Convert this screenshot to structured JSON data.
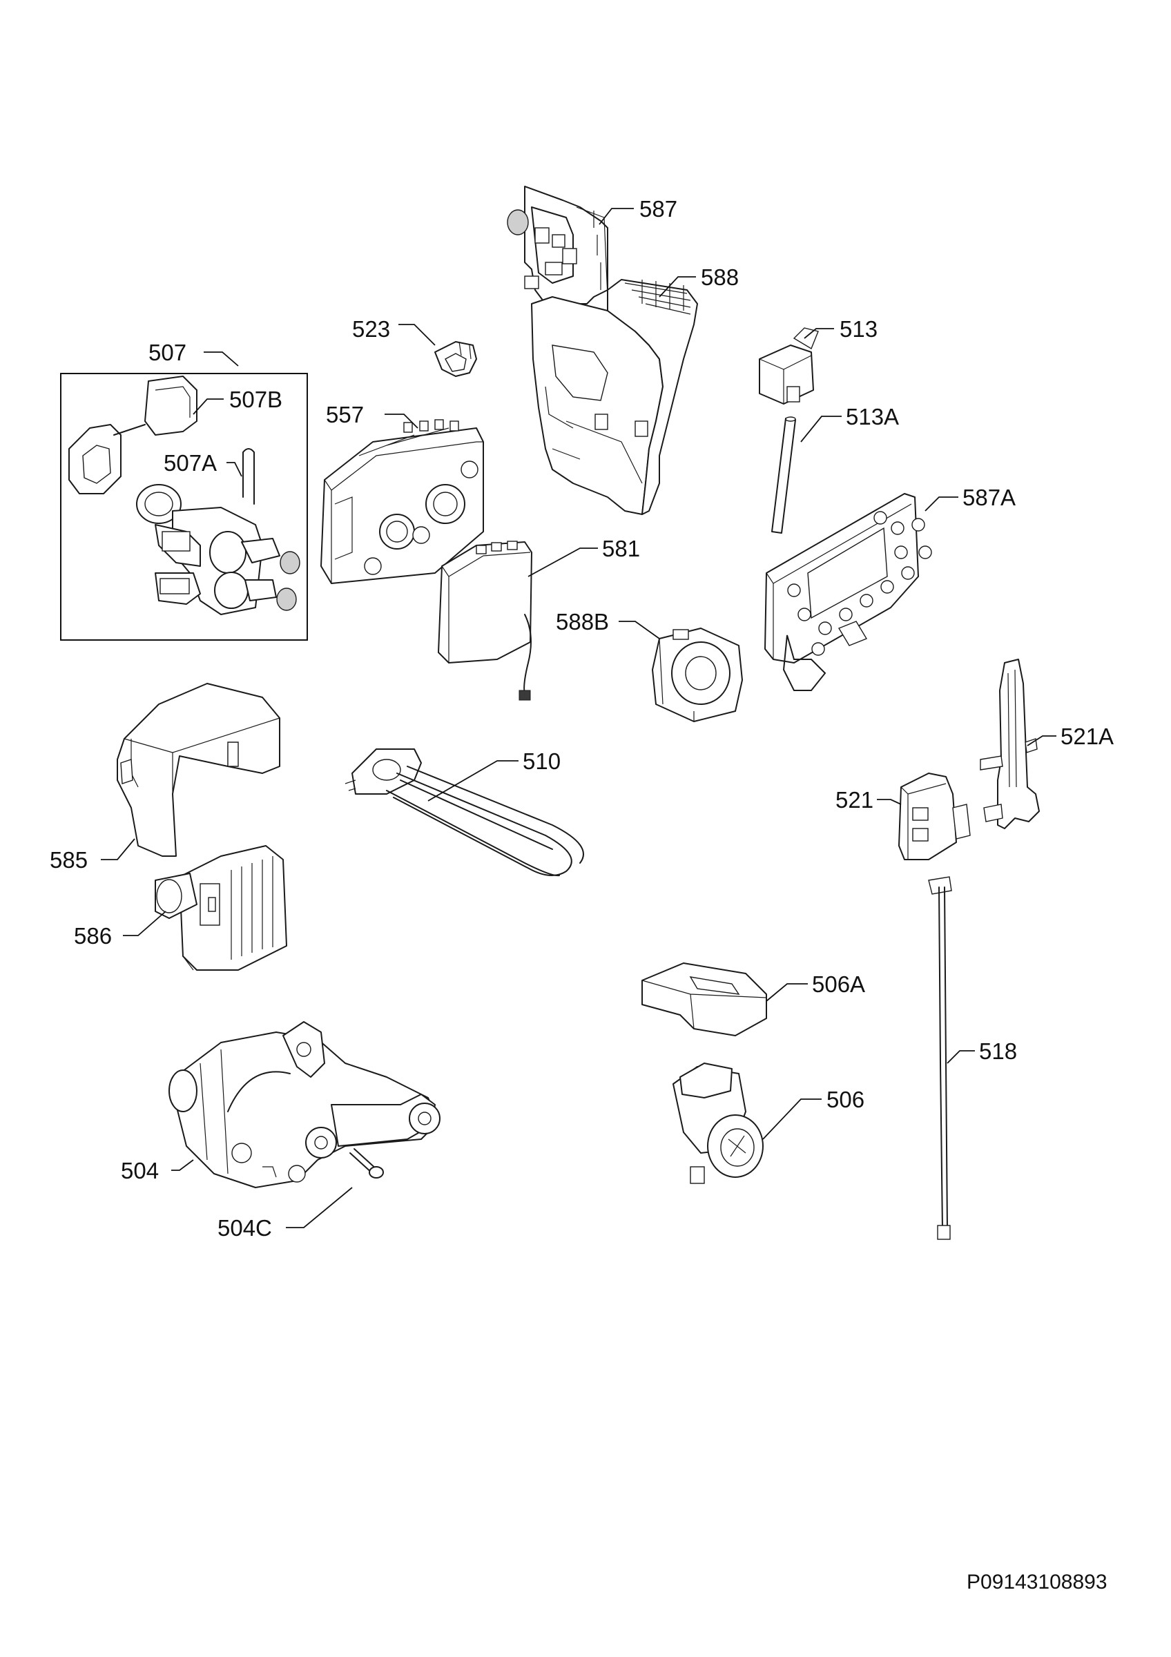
{
  "diagram": {
    "labels": {
      "l587": "587",
      "l588": "588",
      "l523": "523",
      "l513": "513",
      "l507": "507",
      "l507B": "507B",
      "l557": "557",
      "l513A": "513A",
      "l507A": "507A",
      "l587A": "587A",
      "l581": "581",
      "l588B": "588B",
      "l521A": "521A",
      "l510": "510",
      "l521": "521",
      "l585": "585",
      "l586": "586",
      "l506A": "506A",
      "l518": "518",
      "l506": "506",
      "l504": "504",
      "l504C": "504C"
    },
    "drawing_code": "P09143108893"
  }
}
